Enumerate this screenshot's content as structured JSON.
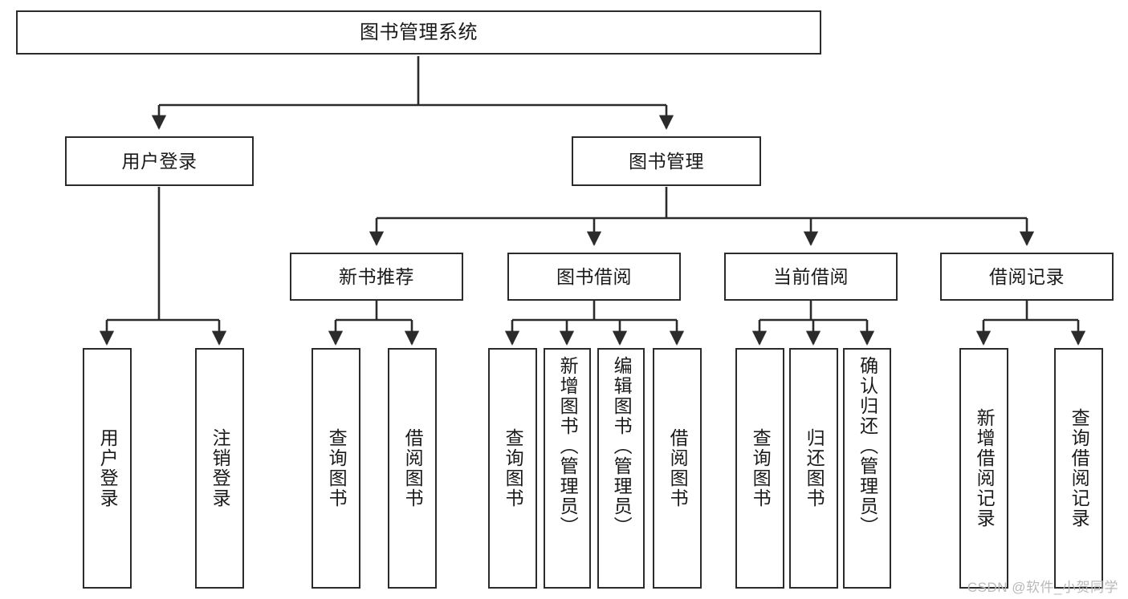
{
  "diagram": {
    "type": "tree-hierarchy",
    "title": "图书管理系统",
    "root": {
      "id": "root",
      "label": "图书管理系统"
    },
    "level1": [
      {
        "id": "user-login",
        "label": "用户登录"
      },
      {
        "id": "book-manage",
        "label": "图书管理"
      }
    ],
    "level2": [
      {
        "id": "new-book-rec",
        "label": "新书推荐",
        "parent": "book-manage"
      },
      {
        "id": "book-borrow",
        "label": "图书借阅",
        "parent": "book-manage"
      },
      {
        "id": "current-borrow",
        "label": "当前借阅",
        "parent": "book-manage"
      },
      {
        "id": "borrow-record",
        "label": "借阅记录",
        "parent": "book-manage"
      }
    ],
    "leaves": [
      {
        "id": "leaf-user-login",
        "label": "用户登录",
        "parent": "user-login"
      },
      {
        "id": "leaf-logout-login",
        "label": "注销登录",
        "parent": "user-login"
      },
      {
        "id": "leaf-query-book-1",
        "label": "查询图书",
        "parent": "new-book-rec"
      },
      {
        "id": "leaf-borrow-book-1",
        "label": "借阅图书",
        "parent": "new-book-rec"
      },
      {
        "id": "leaf-query-book-2",
        "label": "查询图书",
        "parent": "book-borrow"
      },
      {
        "id": "leaf-add-book",
        "label": "新增图书（管理员）",
        "parent": "book-borrow"
      },
      {
        "id": "leaf-edit-book",
        "label": "编辑图书（管理员）",
        "parent": "book-borrow"
      },
      {
        "id": "leaf-borrow-book-2",
        "label": "借阅图书",
        "parent": "book-borrow"
      },
      {
        "id": "leaf-query-book-3",
        "label": "查询图书",
        "parent": "current-borrow"
      },
      {
        "id": "leaf-return-book",
        "label": "归还图书",
        "parent": "current-borrow"
      },
      {
        "id": "leaf-confirm-return",
        "label": "确认归还（管理员）",
        "parent": "current-borrow"
      },
      {
        "id": "leaf-add-record",
        "label": "新增借阅记录",
        "parent": "borrow-record"
      },
      {
        "id": "leaf-query-record",
        "label": "查询借阅记录",
        "parent": "borrow-record"
      }
    ],
    "colors": {
      "stroke": "#2b2b2b",
      "fill": "#ffffff",
      "text": "#1a1a1a",
      "watermark": "#b9b9b9"
    }
  },
  "watermark": {
    "text": "CSDN @软件_小贺同学"
  }
}
